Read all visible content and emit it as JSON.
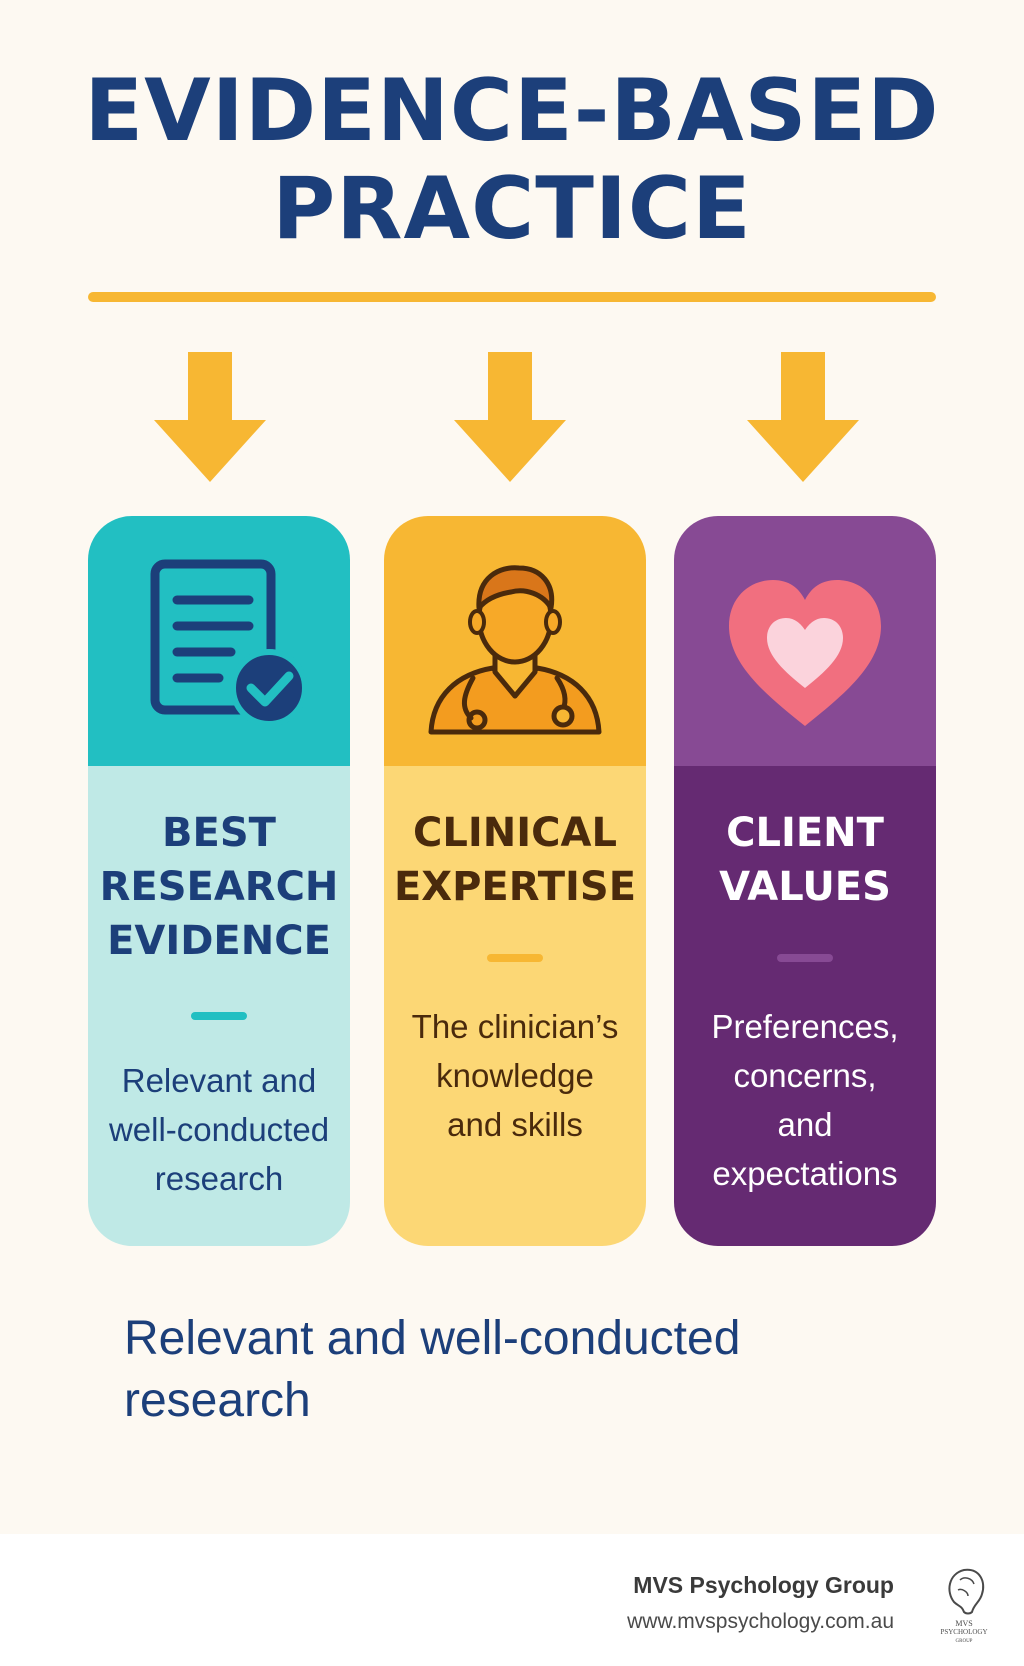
{
  "title": {
    "line1": "EVIDENCE-BASED",
    "line2": "PRACTICE"
  },
  "colors": {
    "background": "#fdf9f2",
    "navy": "#1c3f7a",
    "amber": "#f7b733",
    "teal": "#22bfc2",
    "teal_light": "#bfe9e6",
    "yellow_light": "#fcd775",
    "purple": "#874a94",
    "purple_dark": "#652a72"
  },
  "pillars": [
    {
      "icon": "document-check-icon",
      "heading": [
        "BEST",
        "RESEARCH",
        "EVIDENCE"
      ],
      "description": [
        "Relevant and",
        "well-conducted",
        "research"
      ]
    },
    {
      "icon": "clinician-icon",
      "heading": [
        "CLINICAL",
        "EXPERTISE"
      ],
      "description": [
        "The clinician’s",
        "knowledge",
        "and skills"
      ]
    },
    {
      "icon": "heart-icon",
      "heading": [
        "CLIENT",
        "VALUES"
      ],
      "description": [
        "Preferences,",
        "concerns,",
        "and",
        "expectations"
      ]
    }
  ],
  "caption": "Relevant and well-conducted research",
  "footer": {
    "brand": "MVS Psychology Group",
    "url": "www.mvspsychology.com.au",
    "logo_text": [
      "MVS",
      "PSYCHOLOGY",
      "GROUP"
    ]
  }
}
